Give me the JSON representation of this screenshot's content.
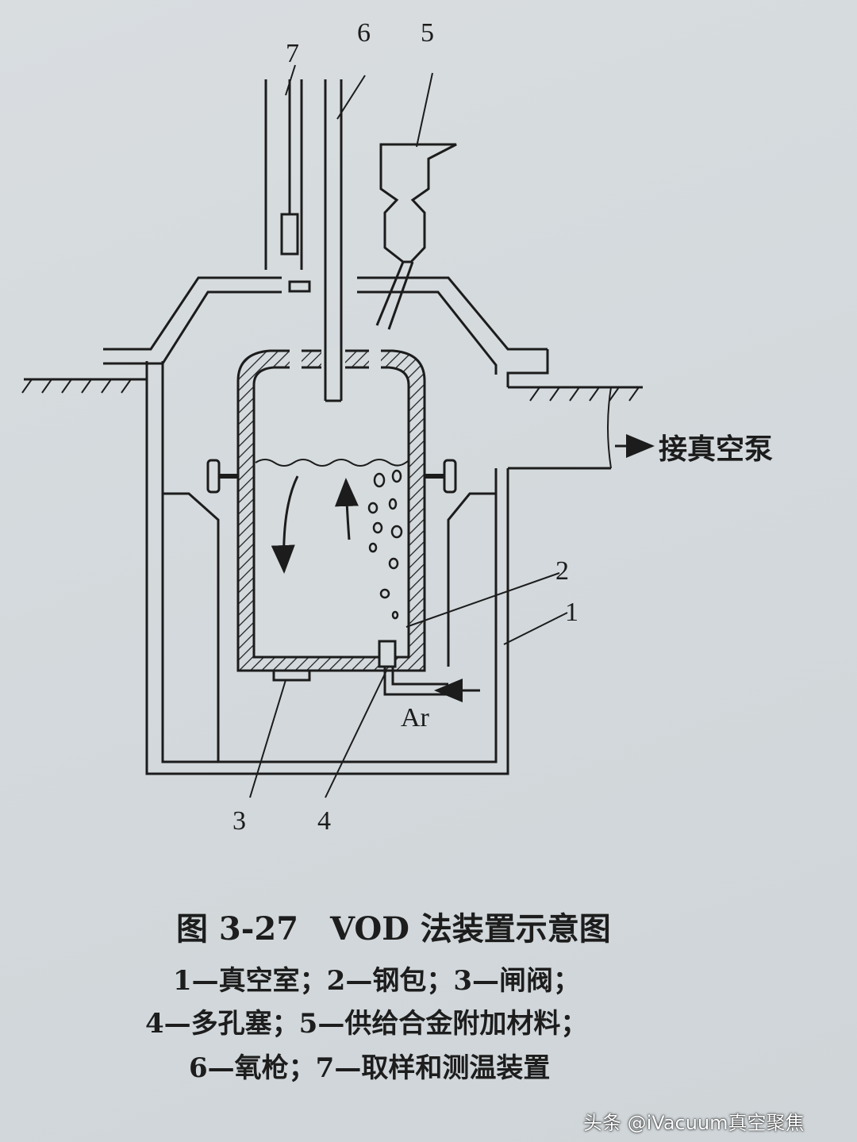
{
  "diagram": {
    "labels": [
      "1",
      "2",
      "3",
      "4",
      "5",
      "6",
      "7"
    ],
    "gas_label": "Ar",
    "pump_label": "接真空泵"
  },
  "caption": {
    "title": "图 3-27　VOD 法装置示意图",
    "legend_lines": [
      "1—真空室；2—钢包；3—闸阀；",
      "4—多孔塞；5—供给合金附加材料；",
      "6—氧枪；7—取样和测温装置"
    ]
  },
  "watermark": "头条 @iVacuum真空聚焦",
  "colors": {
    "ink": "#1c1c1c",
    "paper": "#d6dbdd"
  }
}
